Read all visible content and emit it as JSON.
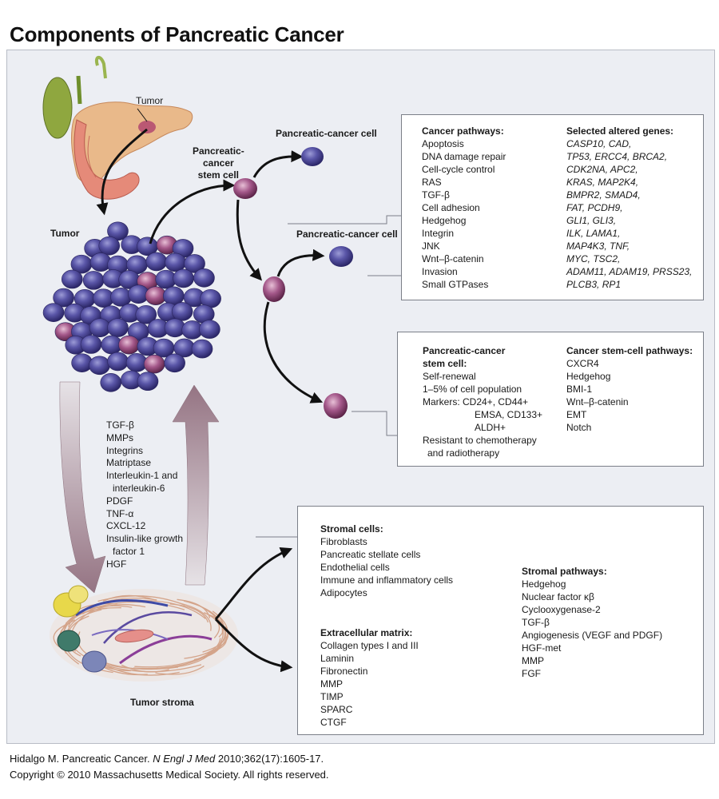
{
  "title": "Components of Pancreatic Cancer",
  "labels": {
    "tumor_small": "Tumor",
    "tumor": "Tumor",
    "pc_cell_top": "Pancreatic-cancer cell",
    "pc_cell_mid": "Pancreatic-cancer cell",
    "stem_cell": [
      "Pancreatic-",
      "cancer",
      "stem cell"
    ],
    "tumor_stroma": "Tumor stroma"
  },
  "cancer_box": {
    "pathways_header": "Cancer pathways:",
    "pathways": [
      "Apoptosis",
      "DNA damage repair",
      "Cell-cycle control",
      "RAS",
      "TGF-β",
      "Cell adhesion",
      "Hedgehog",
      "Integrin",
      "JNK",
      "Wnt–β-catenin",
      "Invasion",
      "Small GTPases"
    ],
    "genes_header": "Selected altered genes:",
    "genes": [
      "CASP10, CAD,",
      "TP53, ERCC4, BRCA2,",
      "CDK2NA, APC2,",
      "KRAS, MAP2K4,",
      "BMPR2, SMAD4,",
      "FAT, PCDH9,",
      "GLI1, GLI3,",
      "ILK, LAMA1,",
      "MAP4K3, TNF,",
      "MYC, TSC2,",
      "ADAM11, ADAM19, PRSS23,",
      "PLCB3, RP1"
    ]
  },
  "stem_box": {
    "left_header": [
      "Pancreatic-cancer",
      "stem cell:"
    ],
    "left_items": [
      "Self-renewal",
      "1–5% of cell population",
      "Markers: CD24+, CD44+",
      "EMSA, CD133+",
      "ALDH+",
      "Resistant to chemotherapy",
      "and radiotherapy"
    ],
    "right_header": "Cancer stem-cell pathways:",
    "right_items": [
      "CXCR4",
      "Hedgehog",
      "BMI-1",
      "Wnt–β-catenin",
      "EMT",
      "Notch"
    ]
  },
  "factors": [
    "TGF-β",
    "MMPs",
    "Integrins",
    "Matriptase",
    "Interleukin-1 and",
    "interleukin-6",
    "PDGF",
    "TNF-α",
    "CXCL-12",
    "Insulin-like growth",
    "factor 1",
    "HGF"
  ],
  "stroma_box": {
    "cells_header": "Stromal cells:",
    "cells": [
      "Fibroblasts",
      "Pancreatic stellate cells",
      "Endothelial cells",
      "Immune and inflammatory cells",
      "Adipocytes"
    ],
    "ecm_header": "Extracellular matrix:",
    "ecm": [
      "Collagen types I and III",
      "Laminin",
      "Fibronectin",
      "MMP",
      "TIMP",
      "SPARC",
      "CTGF"
    ],
    "pathways_header": "Stromal pathways:",
    "pathways": [
      "Hedgehog",
      "Nuclear factor κβ",
      "Cyclooxygenase-2",
      "TGF-β",
      "Angiogenesis (VEGF and PDGF)",
      "HGF-met",
      "MMP",
      "FGF"
    ]
  },
  "citation": {
    "line1_prefix": "Hidalgo M. Pancreatic Cancer. ",
    "journal": "N Engl J Med",
    "line1_suffix": " 2010;362(17):1605-17.",
    "line2": "Copyright © 2010 Massachusetts Medical Society. All rights reserved."
  },
  "colors": {
    "panel_bg": "#eceef3",
    "cancer_cell": "#4b4796",
    "stem_cell": "#9a4d7e",
    "arrow_dark": "#111111",
    "arrow_mauve": "#a5838f"
  }
}
